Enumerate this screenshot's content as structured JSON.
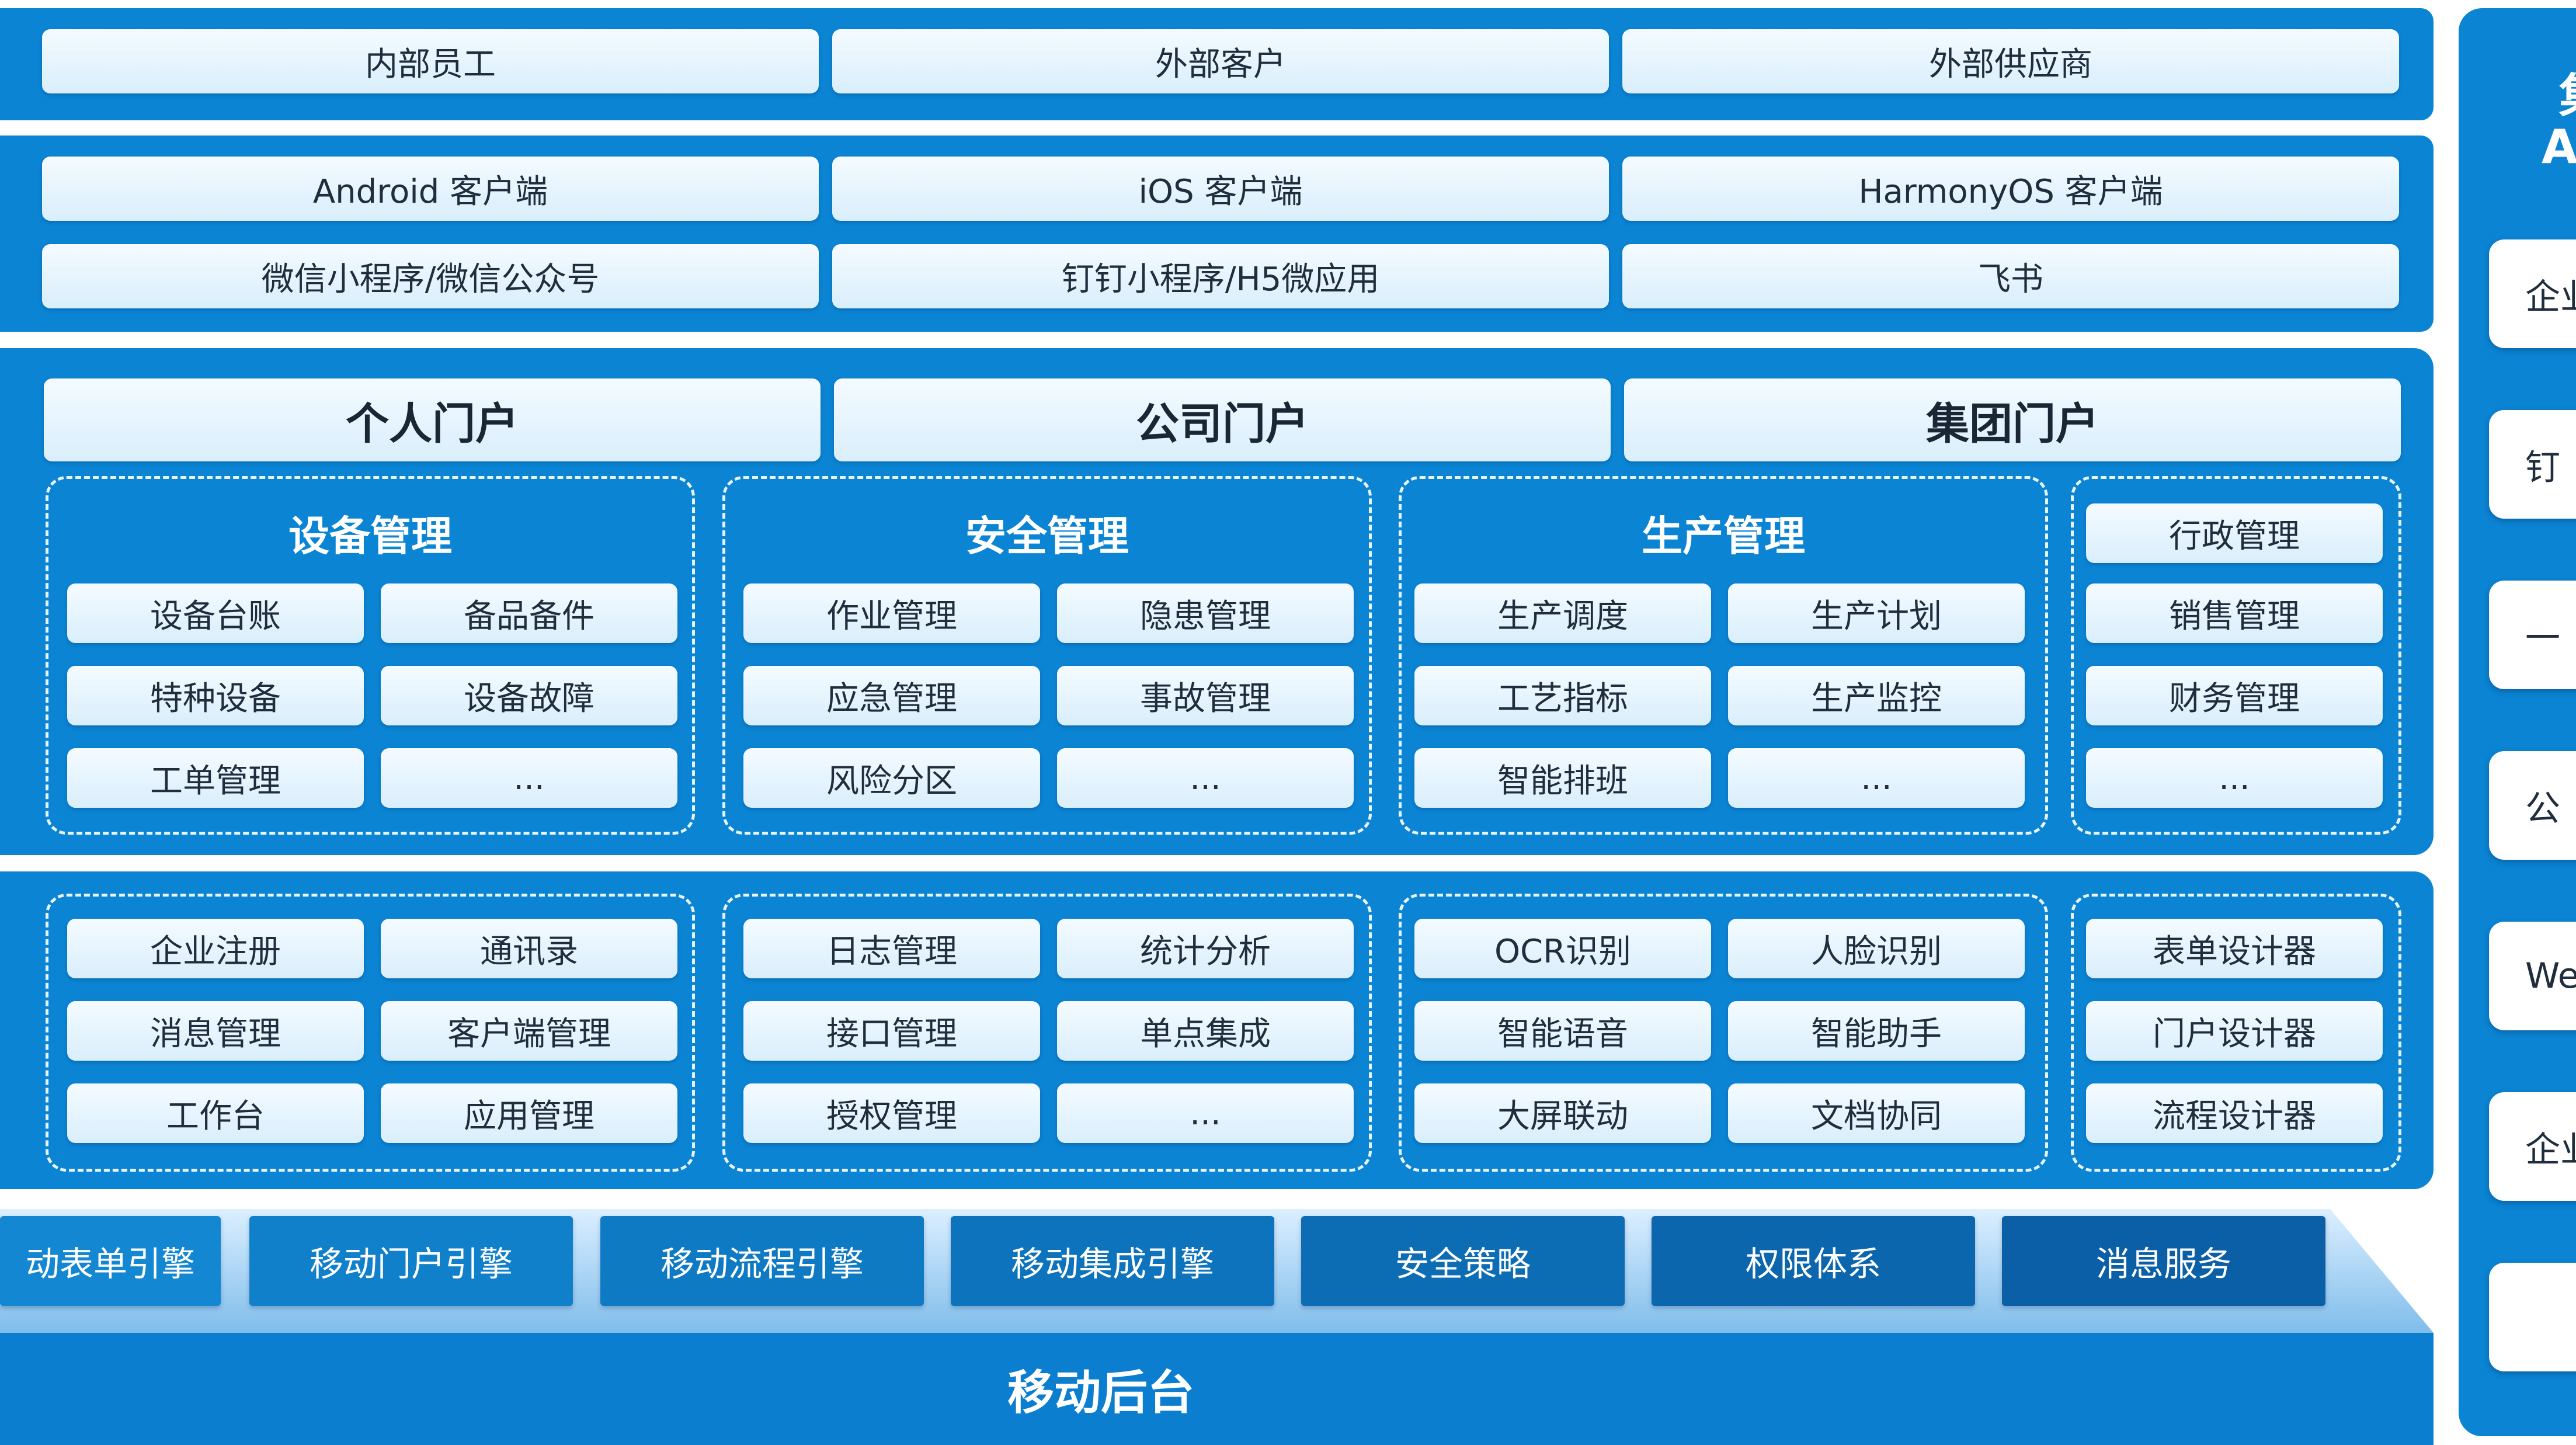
{
  "users": [
    "内部员工",
    "外部客户",
    "外部供应商"
  ],
  "clients": {
    "row1": [
      "Android 客户端",
      "iOS 客户端",
      "HarmonyOS 客户端"
    ],
    "row2": [
      "微信小程序/微信公众号",
      "钉钉小程序/H5微应用",
      "飞书"
    ]
  },
  "portals": [
    "个人门户",
    "公司门户",
    "集团门户"
  ],
  "business_groups": [
    {
      "title": "设备管理",
      "items": [
        "设备台账",
        "备品备件",
        "特种设备",
        "设备故障",
        "工单管理",
        "..."
      ]
    },
    {
      "title": "安全管理",
      "items": [
        "作业管理",
        "隐患管理",
        "应急管理",
        "事故管理",
        "风险分区",
        "..."
      ]
    },
    {
      "title": "生产管理",
      "items": [
        "生产调度",
        "生产计划",
        "工艺指标",
        "生产监控",
        "智能排班",
        "..."
      ]
    },
    {
      "title": "",
      "items": [
        "行政管理",
        "销售管理",
        "财务管理",
        "..."
      ]
    }
  ],
  "platform_groups": [
    {
      "items": [
        "企业注册",
        "通讯录",
        "消息管理",
        "客户端管理",
        "工作台",
        "应用管理"
      ]
    },
    {
      "items": [
        "日志管理",
        "统计分析",
        "接口管理",
        "单点集成",
        "授权管理",
        "..."
      ]
    },
    {
      "items": [
        "OCR识别",
        "人脸识别",
        "智能语音",
        "智能助手",
        "大屏联动",
        "文档协同"
      ]
    },
    {
      "items": [
        "表单设计器",
        "门户设计器",
        "流程设计器"
      ]
    }
  ],
  "engines": [
    "动表单引擎",
    "移动门户引擎",
    "移动流程引擎",
    "移动集成引擎",
    "安全策略",
    "权限体系",
    "消息服务"
  ],
  "backend": "移动后台",
  "sidebar": {
    "title_line1": "集",
    "title_line2": "A",
    "items": [
      "企业",
      "钉",
      "一",
      "公",
      "We",
      "企业",
      ""
    ]
  },
  "colors": {
    "band": "#0b84d3",
    "pill_light": "#f4fbff",
    "engine_light": "#1487d2",
    "engine_dark": "#0a5fa6"
  }
}
